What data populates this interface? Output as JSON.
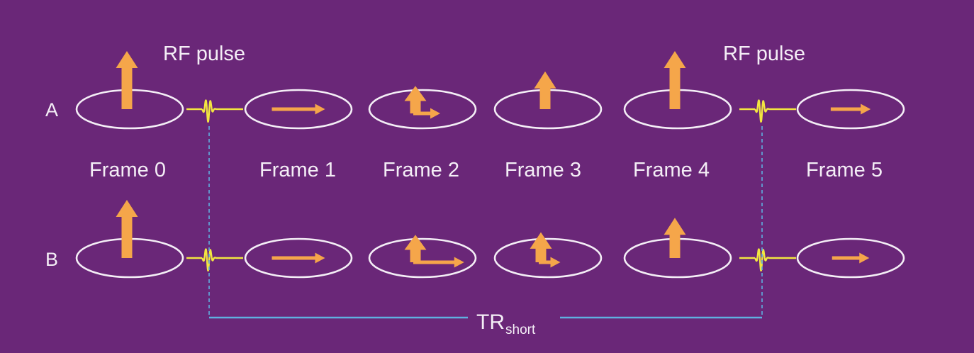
{
  "colors": {
    "background": "#6a2778",
    "ellipse_stroke": "#f4eef6",
    "magnetization_arrow": "#f5a64a",
    "rf_pulse": "#f2e640",
    "tr_bracket": "#5fb0e0",
    "text": "#f4eef6"
  },
  "rows": [
    {
      "label": "A",
      "frames": [
        {
          "vertical": 1.0,
          "horizontal": 0.0
        },
        {
          "vertical": 0.0,
          "horizontal": 1.0
        },
        {
          "vertical": 0.4,
          "horizontal": 0.4
        },
        {
          "vertical": 0.6,
          "horizontal": 0.0
        },
        {
          "vertical": 1.0,
          "horizontal": 0.0
        },
        {
          "vertical": 0.0,
          "horizontal": 0.75
        }
      ]
    },
    {
      "label": "B",
      "frames": [
        {
          "vertical": 1.0,
          "horizontal": 0.0
        },
        {
          "vertical": 0.0,
          "horizontal": 1.0
        },
        {
          "vertical": 0.4,
          "horizontal": 0.85
        },
        {
          "vertical": 0.45,
          "horizontal": 0.3
        },
        {
          "vertical": 0.65,
          "horizontal": 0.0
        },
        {
          "vertical": 0.0,
          "horizontal": 0.7
        }
      ]
    }
  ],
  "frame_labels": [
    "Frame 0",
    "Frame 1",
    "Frame 2",
    "Frame 3",
    "Frame 4",
    "Frame 5"
  ],
  "rf_pulse_label": "RF pulse",
  "tr_label": {
    "main": "TR",
    "subscript": "short"
  }
}
